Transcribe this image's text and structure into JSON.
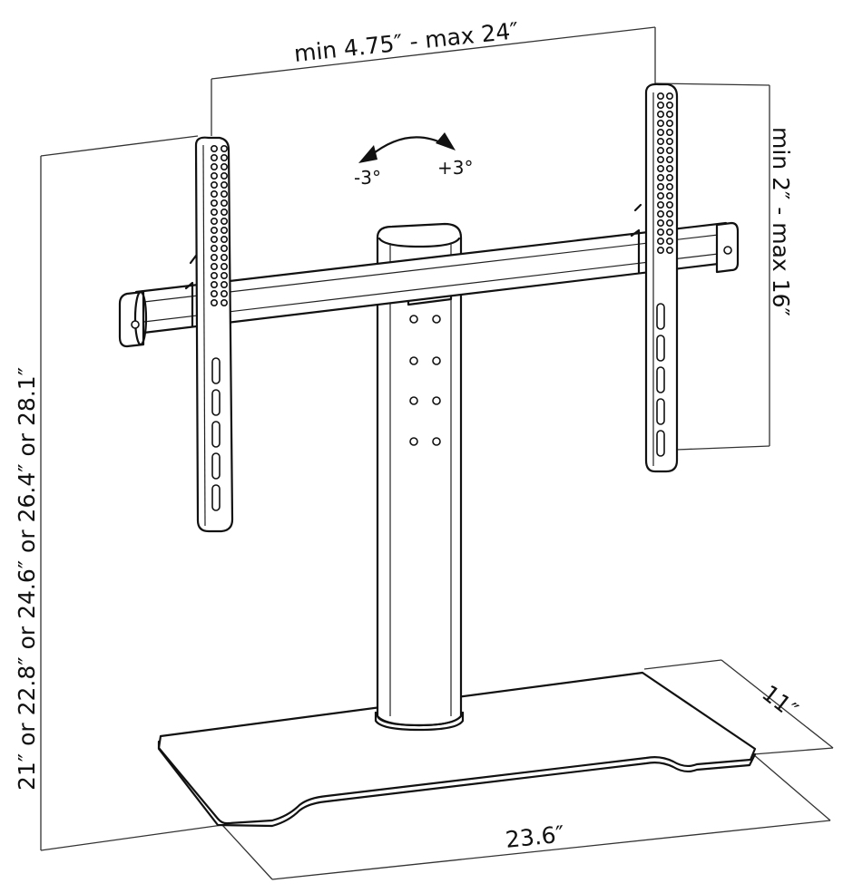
{
  "dimensions": {
    "vesa_width": "min 4.75″ - max 24″",
    "vesa_height": "min 2″ - max 16″",
    "heights": "21″  or  22.8″  or  24.6″  or  26.4″  or  28.1″",
    "base_width": "23.6″",
    "base_depth": "11″"
  },
  "tilt": {
    "minus": "-3°",
    "plus": "+3°"
  },
  "colors": {
    "line": "#111111",
    "background": "#ffffff"
  }
}
